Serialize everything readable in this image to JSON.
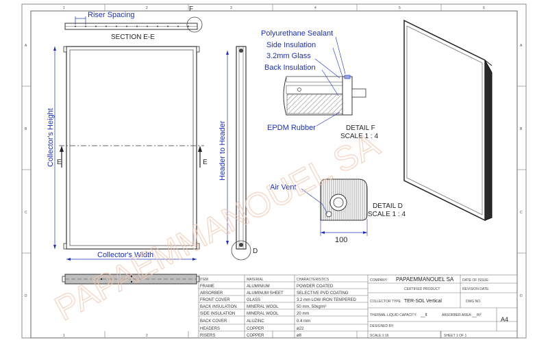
{
  "watermark": "PAPAEMMANOUEL SA",
  "grid": {
    "columns": [
      "1",
      "2",
      "3",
      "4",
      "5",
      "6"
    ],
    "rows": [
      "A",
      "B",
      "C",
      "D"
    ]
  },
  "views": {
    "section_label": "SECTION E-E",
    "riser_spacing": "Riser Spacing",
    "callout_f": "F",
    "callout_d": "D",
    "section_mark": "E",
    "collectors_height": "Collector's Height",
    "collectors_width": "Collector's Width",
    "header_to_header": "Header to Header"
  },
  "detail_f": {
    "labels": [
      "Polyurethane Sealant",
      "Side Insulation",
      "3.2mm Glass",
      "Back Insulation",
      "EPDM Rubber"
    ],
    "title": "DETAIL F",
    "scale": "SCALE 1 : 4"
  },
  "detail_d": {
    "label": "Air Vent",
    "dimension": "100",
    "title": "DETAIL D",
    "scale": "SCALE 1 : 4"
  },
  "title_block": {
    "headers": [
      "ITEM",
      "MATERIAL",
      "CHARACTERISTICS"
    ],
    "rows": [
      [
        "FRAME",
        "ALUMINIUM",
        "POWDER COATED"
      ],
      [
        "ABSORBER",
        "ALUMINUM SHEET",
        "SELECTIVE PVD COATING"
      ],
      [
        "FRONT COVER",
        "GLASS",
        "3.2 mm LOW IRON TEMPERED"
      ],
      [
        "BACK INSULATION",
        "MINERAL WOOL",
        "50 mm, 50kg/m³"
      ],
      [
        "SIDE INSULATION",
        "MINERAL WOOL",
        "20 mm"
      ],
      [
        "BACK COVER",
        "ALUZINC",
        "0.4 mm"
      ],
      [
        "HEADERS",
        "COPPER",
        "ø22"
      ],
      [
        "RISERS",
        "COPPER",
        "ø8"
      ]
    ],
    "company_label": "COMPANY:",
    "company": "PAPAEMMANOUEL SA",
    "date_label": "DATE OF ISSUE:",
    "certified": "CERTIFIED PRODUCT",
    "revision": "REVISION DATE:",
    "collector_type_label": "COLLECTOR TYPE:",
    "collector_type": "TER-SOL  Vertical",
    "dwg_label": "DWG NO.",
    "thermal_label": "THERMAL LIQUID CAPACITY:",
    "thermal_value": "__lt",
    "absorber_area_label": "ABSORBER AREA:",
    "absorber_area_value": "__m²",
    "sheet_size": "A4",
    "designed_by": "DESIGNED BY:",
    "scale": "SCALE:1:16",
    "sheet": "SHEET 1 OF 1"
  }
}
